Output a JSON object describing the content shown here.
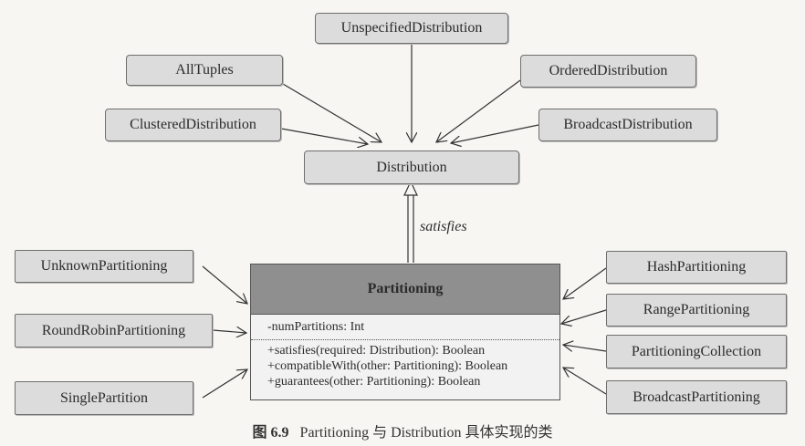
{
  "nodes": {
    "unspecified": "UnspecifiedDistribution",
    "all_tuples": "AllTuples",
    "ordered": "OrderedDistribution",
    "clustered": "ClusteredDistribution",
    "broadcast_dist": "BroadcastDistribution",
    "distribution": "Distribution",
    "unknown_part": "UnknownPartitioning",
    "round_robin": "RoundRobinPartitioning",
    "single_part": "SinglePartition",
    "hash_part": "HashPartitioning",
    "range_part": "RangePartitioning",
    "part_collection": "PartitioningCollection",
    "broadcast_part": "BroadcastPartitioning"
  },
  "uml": {
    "title": "Partitioning",
    "attribute": "-numPartitions: Int",
    "operations": [
      "+satisfies(required: Distribution): Boolean",
      "+compatibleWith(other: Partitioning): Boolean",
      "+guarantees(other: Partitioning): Boolean"
    ]
  },
  "edge_label": "satisfies",
  "caption": {
    "figure": "图 6.9",
    "text": "Partitioning 与 Distribution 具体实现的类"
  }
}
